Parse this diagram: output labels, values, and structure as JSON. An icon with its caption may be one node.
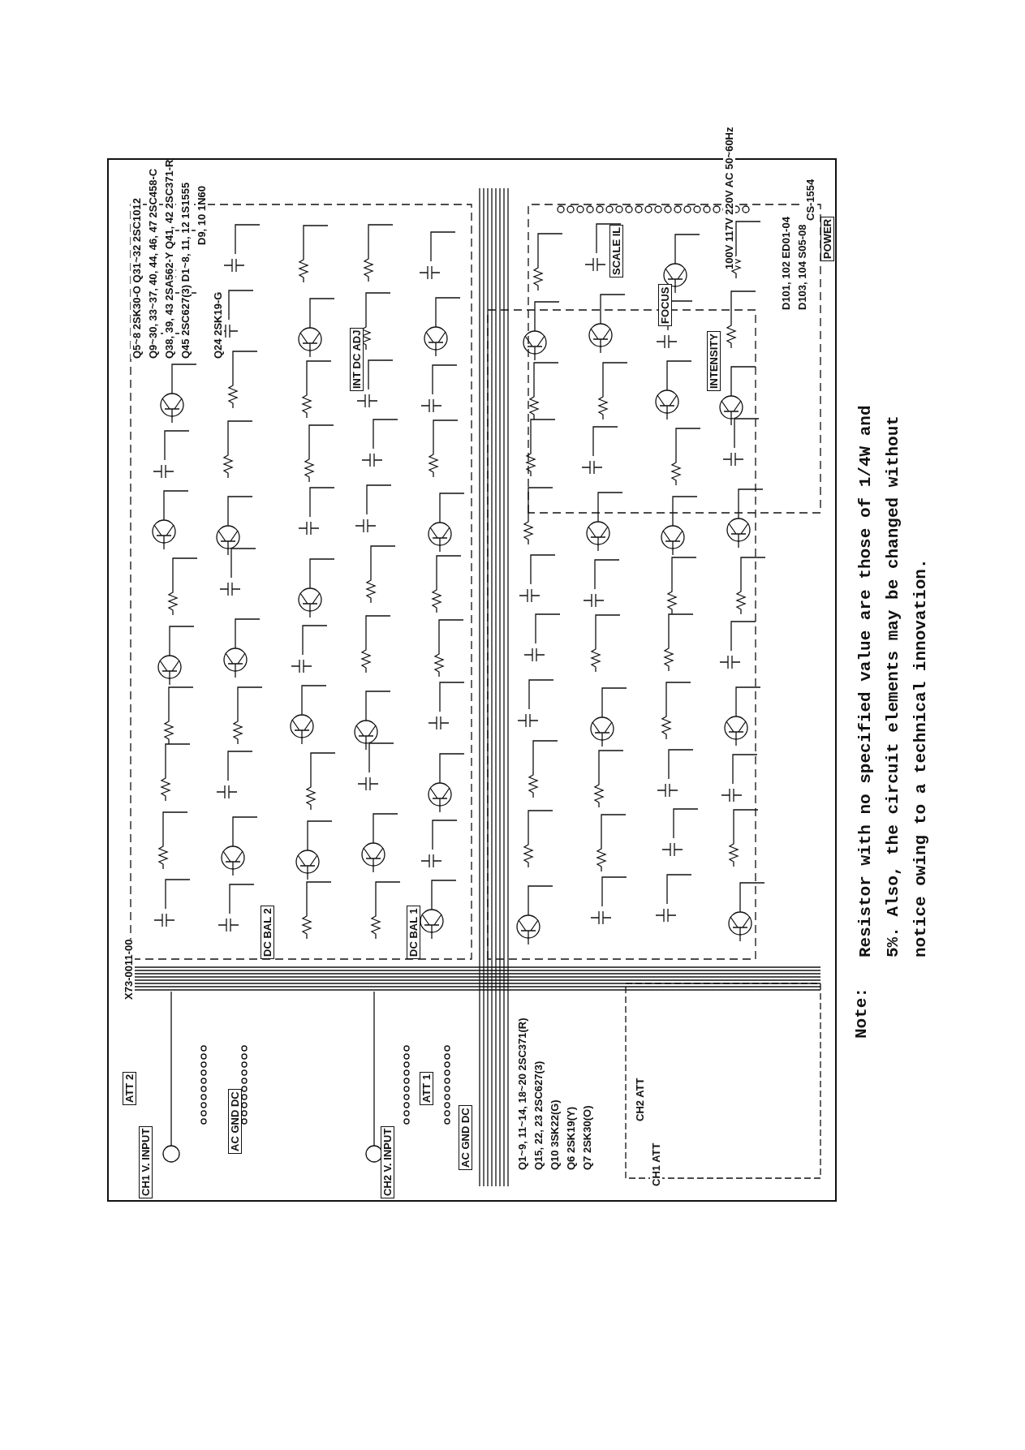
{
  "diagram": {
    "labels": [
      "Q5~8 2SK30-O   Q31~32 2SC1012",
      "Q9~30, 33~37, 40, 44, 46, 47 2SC458-C",
      "Q38, 39, 43 2SA562-Y   Q41, 42 2SC371-R",
      "Q45 2SC627(3)   D1~8, 11, 12 1S1555",
      "D9, 10 1N60",
      "Q24 2SK19-G",
      "X73-0011-00",
      "CS-1554",
      "100V 117V 220V AC 50~60Hz",
      "POWER",
      "D101, 102 ED01-04",
      "D103, 104 S05-08",
      "SCALE IL",
      "INTENSITY",
      "FOCUS",
      "INT DC ADJ",
      "DC BAL 2",
      "DC BAL 1",
      "ATT 2",
      "ATT 1",
      "CH1 V. INPUT",
      "CH2 V. INPUT",
      "AC GND DC",
      "AC GND DC",
      "CH2 ATT",
      "CH1 ATT",
      "Q1~9, 11~14, 18~20 2SC371(R)",
      "Q15, 22, 23 2SC627(3)",
      "Q10 3SK22(G)",
      "Q6 2SK19(Y)",
      "Q7 2SK30(O)",
      "Note:",
      "Resistor with no specified value are those of 1/4W and 5%. Also, the circuit elements may be changed without notice owing to a technical innovation."
    ]
  }
}
